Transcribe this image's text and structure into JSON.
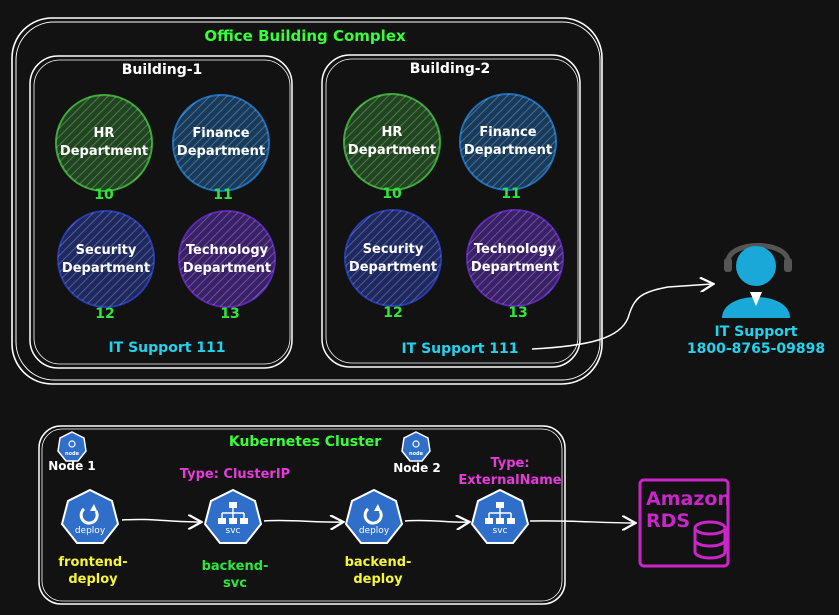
{
  "complex": {
    "title": "Office Building Complex",
    "buildings": [
      {
        "name": "Building-1",
        "departments": [
          {
            "line1": "HR",
            "line2": "Department",
            "count": "10",
            "color": "#3da83a"
          },
          {
            "line1": "Finance",
            "line2": "Department",
            "count": "11",
            "color": "#1f6fb8"
          },
          {
            "line1": "Security",
            "line2": "Department",
            "count": "12",
            "color": "#2a3db0"
          },
          {
            "line1": "Technology",
            "line2": "Department",
            "count": "13",
            "color": "#5b2ab0"
          }
        ],
        "support": "IT Support 111"
      },
      {
        "name": "Building-2",
        "departments": [
          {
            "line1": "HR",
            "line2": "Department",
            "count": "10",
            "color": "#3da83a"
          },
          {
            "line1": "Finance",
            "line2": "Department",
            "count": "11",
            "color": "#1f6fb8"
          },
          {
            "line1": "Security",
            "line2": "Department",
            "count": "12",
            "color": "#2a3db0"
          },
          {
            "line1": "Technology",
            "line2": "Department",
            "count": "13",
            "color": "#5b2ab0"
          }
        ],
        "support": "IT Support 111"
      }
    ]
  },
  "it_support": {
    "title": "IT Support",
    "phone": "1800-8765-09898",
    "icon": "support-agent-icon"
  },
  "cluster": {
    "title": "Kubernetes Cluster",
    "nodes": [
      {
        "label": "Node 1",
        "icon_text": "node"
      },
      {
        "label": "Node 2",
        "icon_text": "node"
      }
    ],
    "types": [
      {
        "text": "Type: ClusterIP"
      },
      {
        "line1": "Type:",
        "line2": "ExternalName"
      }
    ],
    "components": [
      {
        "icon_text": "deploy",
        "line1": "frontend-",
        "line2": "deploy",
        "kind": "deploy"
      },
      {
        "icon_text": "svc",
        "line1": "backend-",
        "line2": "svc",
        "kind": "svc"
      },
      {
        "icon_text": "deploy",
        "line1": "backend-",
        "line2": "deploy",
        "kind": "deploy"
      },
      {
        "icon_text": "svc",
        "kind": "svc"
      }
    ]
  },
  "rds": {
    "line1": "Amazon",
    "line2": "RDS",
    "color": "#c925c9"
  },
  "colors": {
    "background": "#121212",
    "title_green": "#39ff3a",
    "count_green": "#2ee63a",
    "support_cyan": "#22d3ee",
    "type_magenta": "#e63bd9",
    "deploy_yellow": "#f5f53a",
    "k8s_blue": "#2f6ec9"
  }
}
